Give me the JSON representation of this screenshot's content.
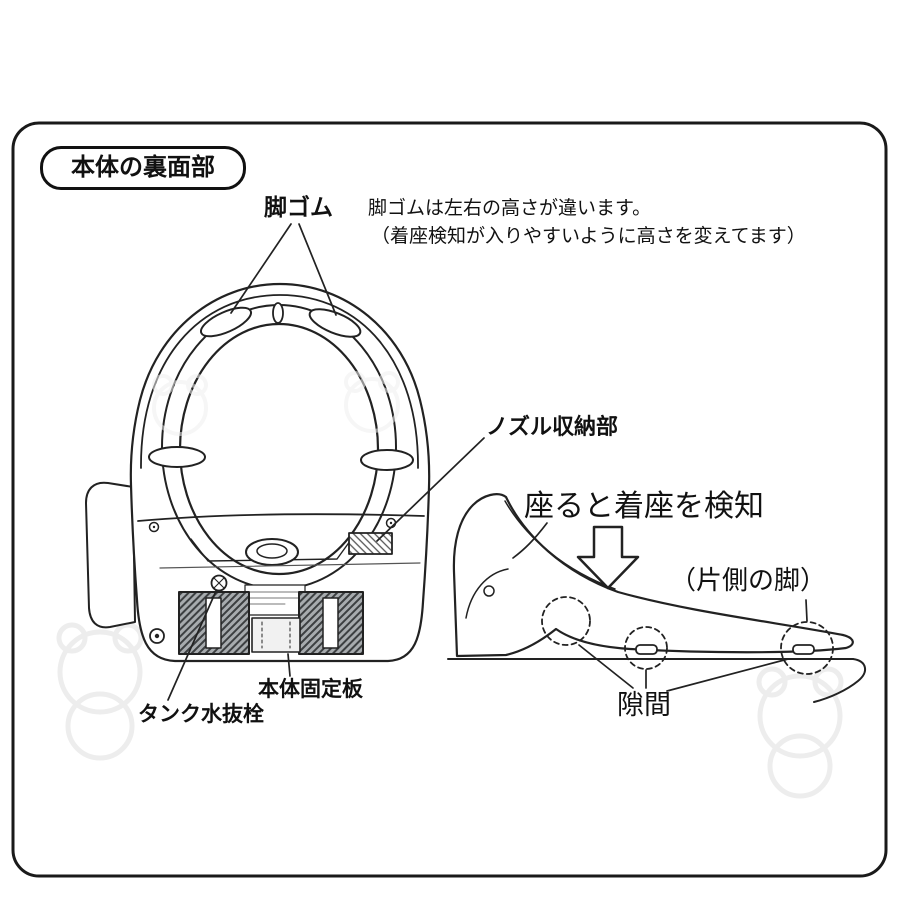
{
  "canvas": {
    "bg": "#ffffff",
    "line_color": "#1f1f1f"
  },
  "header": {
    "title": "本体の裏面部"
  },
  "underside": {
    "leg_rubber": {
      "label": "脚ゴム",
      "note_line1": "脚ゴムは左右の高さが違います。",
      "note_line2": "（着座検知が入りやすいように高さを変えてます）"
    },
    "nozzle_storage_label": "ノズル収納部",
    "fixing_plate_label": "本体固定板",
    "tank_drain_label": "タンク水抜栓"
  },
  "side_view": {
    "sit_detection_label": "座ると着座を検知",
    "one_side_leg_label": "（片側の脚）",
    "gap_label": "隙間"
  }
}
